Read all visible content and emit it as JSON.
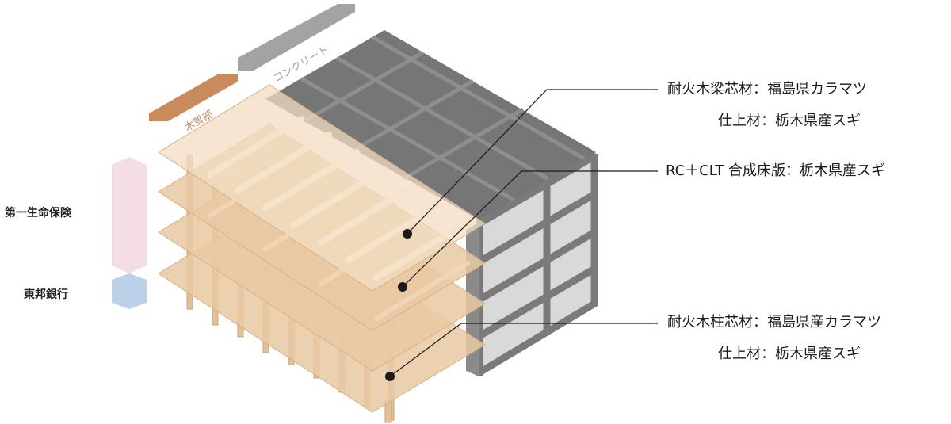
{
  "materials": {
    "wood_label": "木質部",
    "concrete_label": "コンクリート"
  },
  "tenants": {
    "upper": "第一生命保険",
    "lower": "東邦銀行"
  },
  "callouts": {
    "beam_material": "耐火木梁芯材：福島県カラマツ",
    "beam_finish": "仕上材：栃木県産スギ",
    "floor_slab": "RC＋CLT 合成床版：栃木県産スギ",
    "column_material": "耐火木柱芯材：福島県産カラマツ",
    "column_finish": "仕上材：栃木県産スギ"
  },
  "colors": {
    "wood_tag": "#c98a5c",
    "concrete_tag": "#a3a3a3",
    "tenant_upper_bar": "#f4dde3",
    "tenant_lower_bar": "#bcd0ea",
    "wood": "#e9c9a3",
    "wood_dark": "#d9b083",
    "concrete_light": "#d9d9d9",
    "concrete_dark": "#7a7a7a"
  }
}
